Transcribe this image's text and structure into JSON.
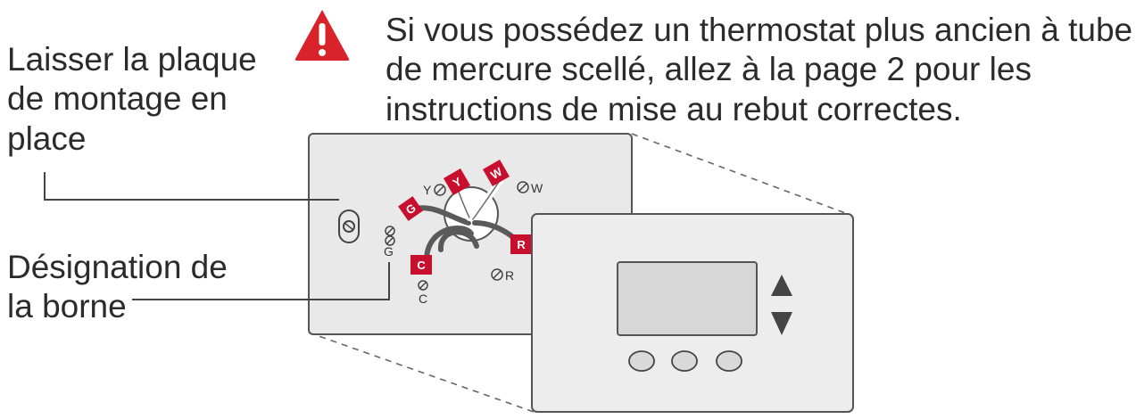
{
  "header_warning": {
    "lines": [
      "Si vous possédez un thermostat plus ancien à tube",
      "de mercure scellé, allez à la page 2 pour les",
      "instructions de mise au rebut correctes."
    ],
    "icon": "warning-triangle-icon",
    "icon_color": "#d8232a"
  },
  "callouts": {
    "mounting_plate": {
      "lines": [
        "Laisser la plaque",
        "de montage en",
        "place"
      ]
    },
    "terminal": {
      "lines": [
        "Désignation de",
        "la borne"
      ]
    }
  },
  "terminals": {
    "y": "Y",
    "w": "W",
    "g": "G",
    "c": "C",
    "r": "R"
  },
  "wire_tags": {
    "g": "G",
    "y": "Y",
    "w": "W",
    "c": "C",
    "r": "R"
  },
  "colors": {
    "plate": "#e9e9e9",
    "outline": "#555555",
    "tag": "#c8102e",
    "wire_dark": "#555555"
  }
}
